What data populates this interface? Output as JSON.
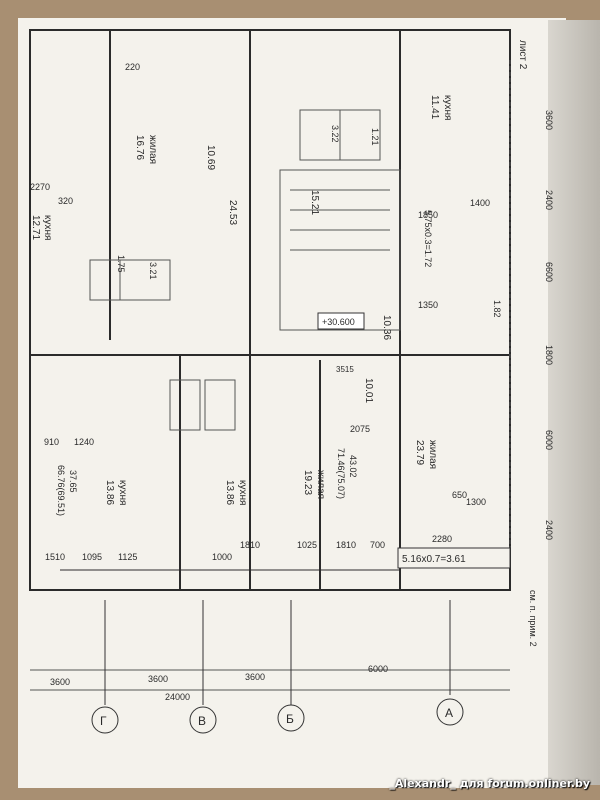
{
  "sheet": {
    "top_label": "лист 2",
    "note": "см. п. прим. 2"
  },
  "rooms": [
    {
      "name": "жилая",
      "area": "16.76"
    },
    {
      "name": "кухня",
      "area": "11.41"
    },
    {
      "name": "жилая",
      "area": "19.23"
    },
    {
      "name": "жилая",
      "area": "23.79"
    },
    {
      "name": "кухня",
      "area": "13.86"
    },
    {
      "name": "кухня",
      "area": "13.86"
    },
    {
      "name": "кухня",
      "area": "12.71"
    }
  ],
  "areas": {
    "a1": "10.69",
    "a2": "24.53",
    "a3": "15.21",
    "a4": "10.36",
    "a5": "10.01",
    "a6": "3.22",
    "a7": "1.75",
    "a8": "3.21",
    "a9": "1.21",
    "a10": "1.82",
    "a11": "+30.600",
    "a12": "37.65",
    "a13": "66.76(69.51)",
    "a14": "43.02",
    "a15": "71.46(75.07)"
  },
  "balcony": "5.16x0.7=3.61",
  "stair_area": "5.75x0.3=1.72",
  "axes": {
    "g": "Г",
    "v": "В",
    "b": "Б",
    "a": "А"
  },
  "bottom_dims": [
    "3600",
    "3600",
    "3600",
    "6000",
    "24000"
  ],
  "right_dims": [
    "3600",
    "2400",
    "6600",
    "1800",
    "6000",
    "2400"
  ],
  "misc_dims": [
    "1510",
    "1095",
    "1125",
    "1000",
    "1810",
    "1025",
    "1810",
    "700",
    "2280",
    "1300",
    "650",
    "910",
    "1240",
    "2075",
    "3515",
    "1400",
    "1850",
    "1350",
    "2270",
    "320",
    "220"
  ],
  "watermark": "_Alexandr_ для forum.onliner.by"
}
